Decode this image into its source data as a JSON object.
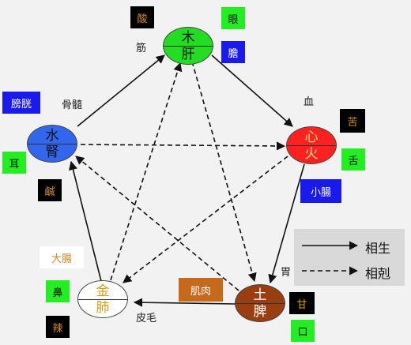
{
  "elements": {
    "wood": {
      "top": "木",
      "bottom": "肝",
      "color": "#22dd22"
    },
    "fire": {
      "top": "心",
      "bottom": "火",
      "color": "#ff2020"
    },
    "earth": {
      "top": "土",
      "bottom": "脾",
      "color": "#9a3d10"
    },
    "metal": {
      "top": "金",
      "bottom": "肺",
      "color": "#ffffff"
    },
    "water": {
      "top": "水",
      "bottom": "腎",
      "color": "#3366ee"
    }
  },
  "tags": {
    "wood_taste": "酸",
    "wood_sense": "眼",
    "wood_organ": "膽",
    "fire_taste": "苦",
    "fire_sense": "舌",
    "fire_organ": "小腸",
    "earth_taste": "甘",
    "earth_sense": "口",
    "earth_tissue": "肌肉",
    "metal_organ": "大腸",
    "metal_sense": "鼻",
    "metal_taste": "辣",
    "water_organ": "膀胱",
    "water_sense": "耳",
    "water_taste": "鹹"
  },
  "labels": {
    "wood_tissue": "筋",
    "fire_tissue": "血",
    "earth_organ": "胃",
    "metal_tissue": "皮毛",
    "water_tissue": "骨髓"
  },
  "legend": {
    "generate": "相生",
    "restrain": "相剋"
  },
  "colors": {
    "black": "#000000",
    "green": "#22ee22",
    "blue": "#1a1aee",
    "brown": "#c46a1a",
    "gold": "#d4a017",
    "orange_text": "#d08a2a"
  }
}
